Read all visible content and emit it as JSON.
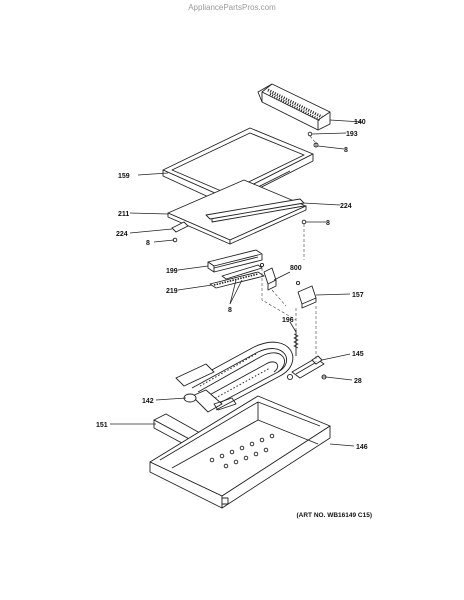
{
  "watermark": "AppliancePartsPros.com",
  "art_number": "(ART NO. WB16149 C15)",
  "callouts": {
    "c140": "140",
    "c193": "193",
    "c8_top": "8",
    "c159": "159",
    "c211": "211",
    "c224_right": "224",
    "c224_left": "224",
    "c8_right": "8",
    "c8_left": "8",
    "c199": "199",
    "c800": "800",
    "c219": "219",
    "c157": "157",
    "c8_bottom": "8",
    "c196": "196",
    "c145": "145",
    "c28": "28",
    "c142": "142",
    "c151": "151",
    "c146": "146"
  }
}
